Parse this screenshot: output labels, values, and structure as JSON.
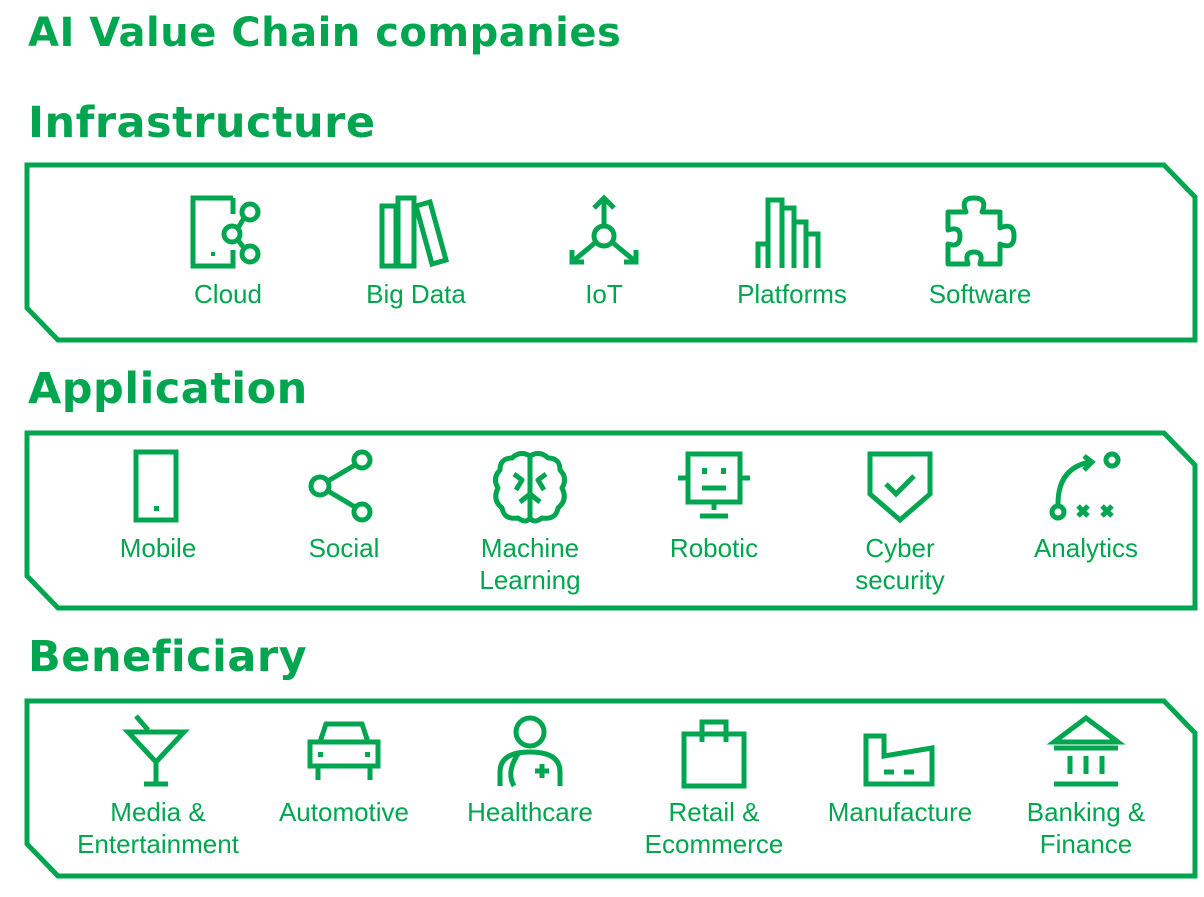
{
  "title": "AI Value Chain companies",
  "accent_color": "#00a64f",
  "sections": [
    {
      "title": "Infrastructure",
      "items": [
        {
          "label": "Cloud",
          "icon": "cloud-tablet-icon"
        },
        {
          "label": "Big Data",
          "icon": "books-icon"
        },
        {
          "label": "IoT",
          "icon": "network-hub-icon"
        },
        {
          "label": "Platforms",
          "icon": "bar-chart-icon"
        },
        {
          "label": "Software",
          "icon": "puzzle-piece-icon"
        }
      ]
    },
    {
      "title": "Application",
      "items": [
        {
          "label": "Mobile",
          "icon": "mobile-phone-icon"
        },
        {
          "label": "Social",
          "icon": "share-icon"
        },
        {
          "label": "Machine\nLearning",
          "icon": "brain-icon"
        },
        {
          "label": "Robotic",
          "icon": "robot-head-icon"
        },
        {
          "label": "Cyber\nsecurity",
          "icon": "shield-check-icon"
        },
        {
          "label": "Analytics",
          "icon": "play-strategy-icon"
        }
      ]
    },
    {
      "title": "Beneficiary",
      "items": [
        {
          "label": "Media &\nEntertainment",
          "icon": "cocktail-glass-icon"
        },
        {
          "label": "Automotive",
          "icon": "car-icon"
        },
        {
          "label": "Healthcare",
          "icon": "doctor-icon"
        },
        {
          "label": "Retail &\nEcommerce",
          "icon": "shopping-bag-icon"
        },
        {
          "label": "Manufacture",
          "icon": "factory-icon"
        },
        {
          "label": "Banking &\nFinance",
          "icon": "bank-icon"
        }
      ]
    }
  ]
}
